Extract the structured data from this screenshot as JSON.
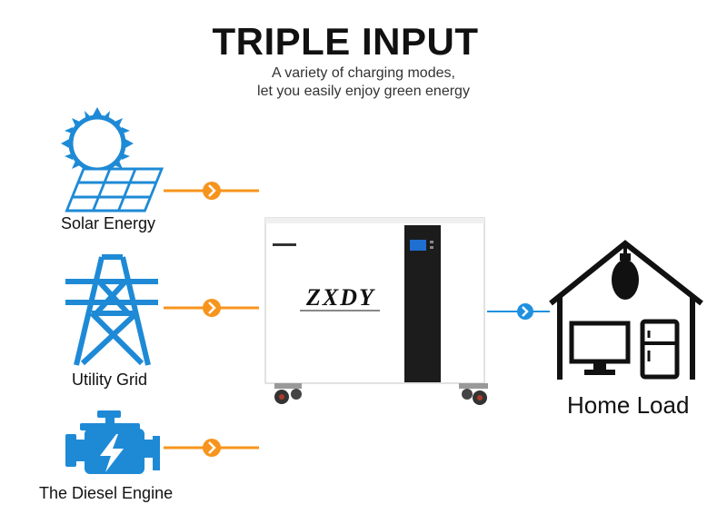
{
  "header": {
    "title": "TRIPLE INPUT",
    "subtitle_line1": "A variety of charging modes,",
    "subtitle_line2": "let you easily enjoy green energy"
  },
  "sources": [
    {
      "label": "Solar Energy",
      "icon": "solar-panel-icon"
    },
    {
      "label": "Utility Grid",
      "icon": "power-tower-icon"
    },
    {
      "label": "The Diesel Engine",
      "icon": "engine-icon"
    }
  ],
  "device": {
    "brand": "ZXDY"
  },
  "output": {
    "label": "Home Load",
    "icon": "house-icon"
  },
  "colors": {
    "icon_blue": "#1e8ad6",
    "arrow_orange": "#f7941d",
    "output_blue": "#1e90e0",
    "dark": "#111111"
  }
}
